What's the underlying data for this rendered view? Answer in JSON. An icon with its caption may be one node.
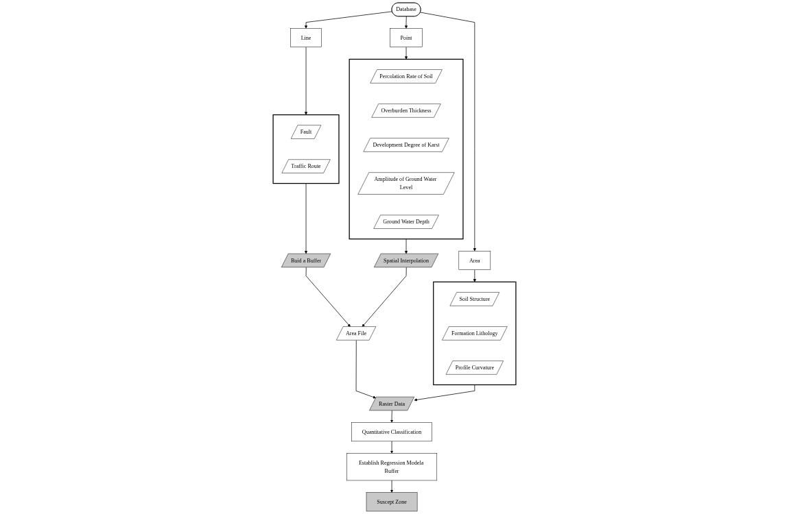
{
  "diagram": {
    "nodes": [
      {
        "text": [
          "Database"
        ]
      },
      {
        "text": [
          "Point"
        ]
      },
      {
        "text": [
          "Line"
        ]
      },
      {
        "text": [
          "Area"
        ]
      },
      {
        "text": [],
        "shape": "box"
      },
      {
        "text": [
          "Percolation Rate of Soil"
        ],
        "in": 4
      },
      {
        "text": [
          "Overburden Thickness"
        ],
        "in": 4
      },
      {
        "text": [
          "Development Degree of Karst"
        ],
        "in": 4
      },
      {
        "text": [
          "Amplitude of Ground Water Level"
        ],
        "in": 4
      },
      {
        "text": [
          "Ground Water Depth"
        ],
        "in": 4
      },
      {
        "text": [],
        "shape": "box"
      },
      {
        "text": [
          "Fault"
        ],
        "in": 10
      },
      {
        "text": [
          "Traffic Route"
        ],
        "in": 10
      },
      {
        "text": [],
        "shape": "box"
      },
      {
        "text": [
          "Soil Structure"
        ],
        "in": 13
      },
      {
        "text": [
          "Formation Lithology"
        ],
        "in": 13
      },
      {
        "text": [
          "Profile Curvature"
        ],
        "in": 13
      },
      {
        "text": [
          "Spatial Interpolation"
        ]
      },
      {
        "text": [
          "Buid a Buffer"
        ]
      },
      {
        "text": [
          "Area File"
        ]
      },
      {
        "text": [
          "Raster Data"
        ]
      },
      {
        "text": [
          "Quantitative Classification"
        ]
      },
      {
        "text": [
          "Establish Regression Modela Buffer"
        ]
      },
      {
        "text": [
          "Suscept Zone"
        ]
      }
    ],
    "edges": [
      {
        "from": 0,
        "to": 1,
        "arrow": "to"
      },
      {
        "from": 0,
        "to": 2,
        "arrow": "to"
      },
      {
        "from": 0,
        "to": 3,
        "arrow": "to"
      },
      {
        "from": 1,
        "to": 4,
        "arrow": "to"
      },
      {
        "from": 2,
        "to": 10,
        "arrow": "to"
      },
      {
        "from": 3,
        "to": 13,
        "arrow": "to"
      },
      {
        "from": 4,
        "to": 17,
        "arrow": "to"
      },
      {
        "from": 10,
        "to": 18,
        "arrow": "to"
      },
      {
        "from": 18,
        "to": 19,
        "arrow": "to"
      },
      {
        "from": 13,
        "to": 20,
        "arrow": "to"
      },
      {
        "from": 17,
        "to": 19,
        "arrow": "to"
      },
      {
        "from": 19,
        "to": 20,
        "arrow": "to"
      },
      {
        "from": 20,
        "to": 21,
        "arrow": "to"
      },
      {
        "from": 21,
        "to": 22,
        "arrow": "to"
      },
      {
        "from": 22,
        "to": 23,
        "arrow": "to"
      }
    ]
  }
}
